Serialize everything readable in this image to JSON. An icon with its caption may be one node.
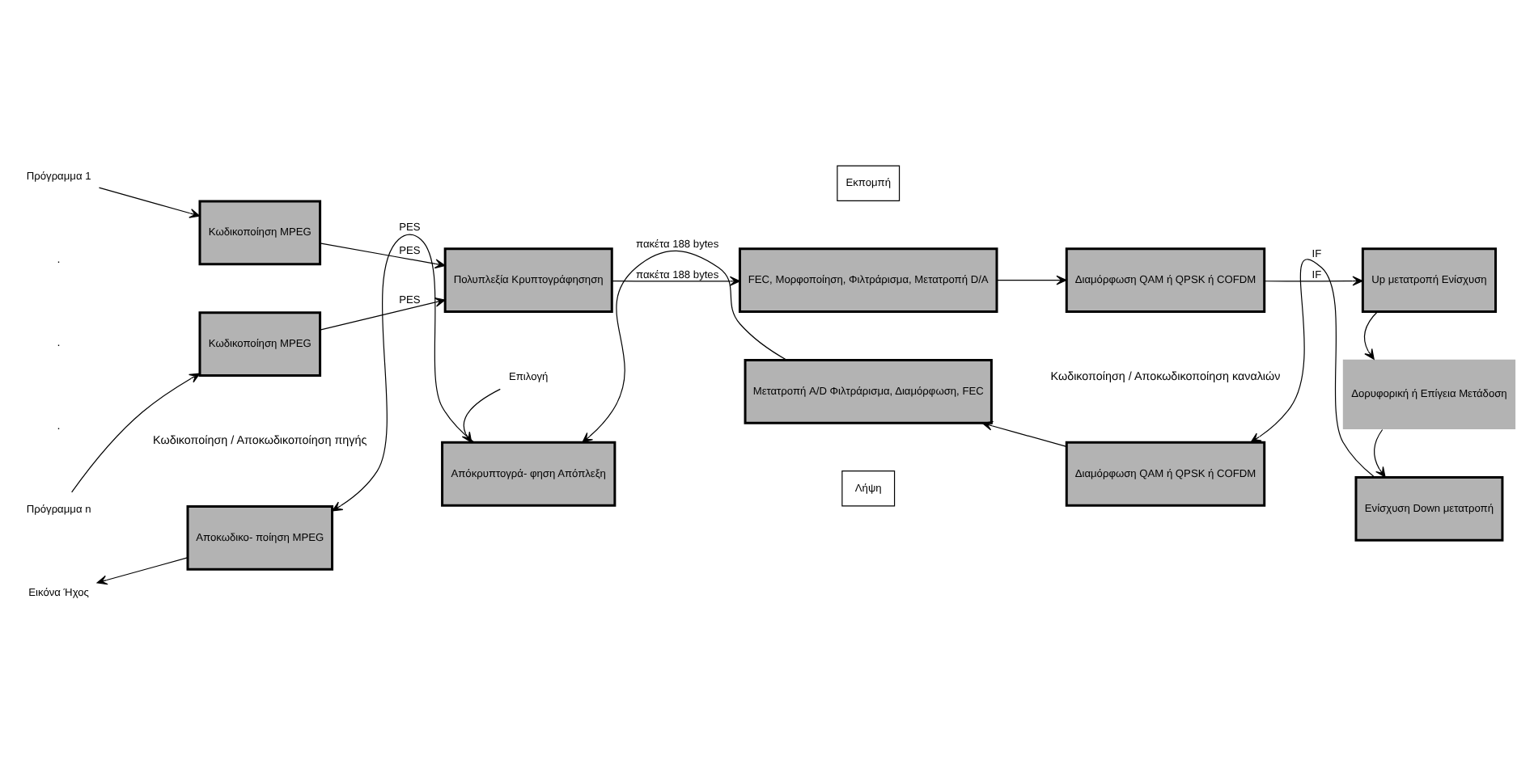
{
  "diagram": {
    "nodes": [
      {
        "text": [
          "Εκπομπή"
        ]
      },
      {
        "text": [
          "Πρόγραμμα 1"
        ]
      },
      {
        "text": [
          "Κωδικοποίηση MPEG"
        ]
      },
      {
        "text": [
          "Πρόγραμμα n"
        ]
      },
      {
        "text": [
          "Κωδικοποίηση MPEG"
        ]
      },
      {
        "text": [
          "Πολυπλεξία Κρυπτογράφησηση"
        ]
      },
      {
        "text": [
          "FEC, Μορφοποίηση, Φιλτράρισμα, Μετατροπή D/A"
        ]
      },
      {
        "text": [
          "Διαμόρφωση QAM ή QPSK ή COFDM"
        ]
      },
      {
        "text": [
          "Up μετατροπή Ενίσχυση"
        ]
      },
      {
        "text": [
          "Δορυφορική ή Επίγεια Μετάδοση"
        ]
      },
      {
        "text": [
          "Ενίσχυση Down μετατροπή"
        ]
      },
      {
        "text": [
          "Διαμόρφωση QAM ή QPSK ή COFDM"
        ]
      },
      {
        "text": [
          "Μετατροπή A/D Φιλτράρισμα, Διαμόρφωση, FEC"
        ]
      },
      {
        "text": [
          "Επιλογή"
        ]
      },
      {
        "text": [
          "Απόκρυπτογρά- φηση Απόπλεξη"
        ]
      },
      {
        "text": [
          "Αποκωδικο- ποίηση MPEG"
        ]
      },
      {
        "text": [
          "Εικόνα Ήχος"
        ]
      },
      {
        "text": [
          "Λήψη"
        ]
      }
    ],
    "edges": [
      {
        "from": 1,
        "to": 2,
        "arrow": "to"
      },
      {
        "from": 2,
        "to": 5,
        "label": "PES",
        "arrow": "to"
      },
      {
        "from": 3,
        "to": 4,
        "arrow": "to"
      },
      {
        "from": 4,
        "to": 5,
        "label": "PES",
        "arrow": "to"
      },
      {
        "from": 5,
        "to": 6,
        "label": "πακέτα 188 bytes",
        "arrow": "to"
      },
      {
        "from": 6,
        "to": 7,
        "arrow": "to"
      },
      {
        "from": 7,
        "to": 8,
        "label": "IF",
        "arrow": "to"
      },
      {
        "from": 8,
        "to": 9,
        "arrow": "to"
      },
      {
        "from": 9,
        "to": 10,
        "arrow": "to"
      },
      {
        "from": 10,
        "to": 11,
        "label": "IF",
        "arrow": "to"
      },
      {
        "from": 11,
        "to": 12,
        "arrow": "to"
      },
      {
        "from": 12,
        "to": 14,
        "label": "πακέτα 188 bytes",
        "arrow": "to"
      },
      {
        "from": 13,
        "to": 14,
        "arrow": "to"
      },
      {
        "from": 14,
        "to": 15,
        "label": "PES",
        "arrow": "to"
      },
      {
        "from": 15,
        "to": 16,
        "arrow": "to"
      }
    ],
    "labels": [
      ".",
      ".",
      ".",
      "Κωδικοποίηση / Αποκωδικοποίηση πηγής",
      "Κωδικοποίηση / Αποκωδικοποίηση καναλιών"
    ]
  }
}
